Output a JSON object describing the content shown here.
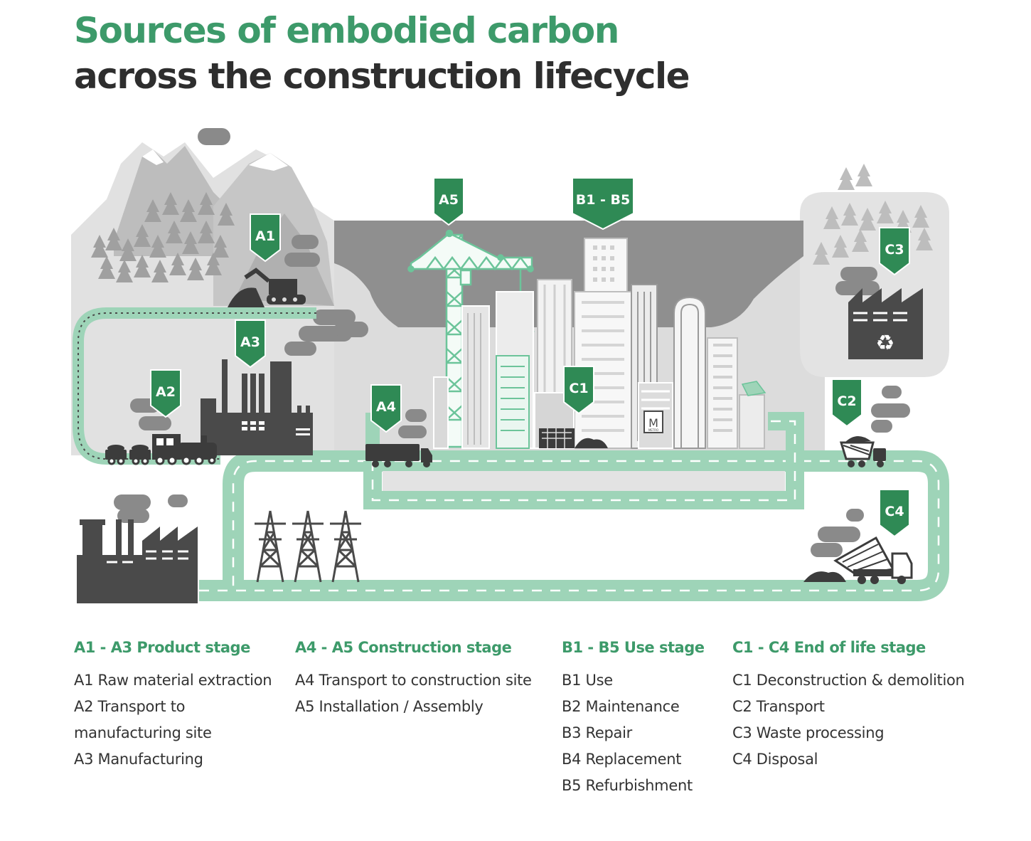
{
  "title": {
    "line1": "Sources of embodied carbon",
    "line2": "across the construction lifecycle"
  },
  "colors": {
    "accent_green": "#3d9a6a",
    "marker_green": "#2f8a55",
    "road_mint": "#9ed4b8",
    "dark_grey": "#4a4a4a",
    "light_grey": "#dcdcdc",
    "mid_grey": "#a9a9a9"
  },
  "markers": {
    "a1": "A1",
    "a2": "A2",
    "a3": "A3",
    "a4": "A4",
    "a5": "A5",
    "b1b5": "B1 - B5",
    "c1": "C1",
    "c2": "C2",
    "c3": "C3",
    "c4": "C4"
  },
  "metro_sign": {
    "letter": "M",
    "label": "METRO"
  },
  "legend": {
    "product": {
      "heading": "A1 - A3 Product stage",
      "items": [
        "A1 Raw material extraction",
        "A2 Transport to manufacturing site",
        "A3 Manufacturing"
      ]
    },
    "construction": {
      "heading": "A4 - A5 Construction stage",
      "items": [
        "A4 Transport to construction site",
        "A5 Installation / Assembly"
      ]
    },
    "use": {
      "heading": "B1 - B5 Use stage",
      "items": [
        "B1 Use",
        "B2 Maintenance",
        "B3 Repair",
        "B4 Replacement",
        "B5 Refurbishment"
      ]
    },
    "end": {
      "heading": "C1 - C4 End of life stage",
      "items": [
        "C1 Deconstruction & demolition",
        "C2 Transport",
        "C3 Waste processing",
        "C4 Disposal"
      ]
    }
  },
  "icons": [
    "mountain-icon",
    "tree-icon",
    "excavator-icon",
    "train-icon",
    "factory-icon",
    "truck-icon",
    "crane-icon",
    "skyscraper-icon",
    "recycling-factory-icon",
    "dump-truck-icon",
    "pylon-icon",
    "cloud-icon"
  ]
}
